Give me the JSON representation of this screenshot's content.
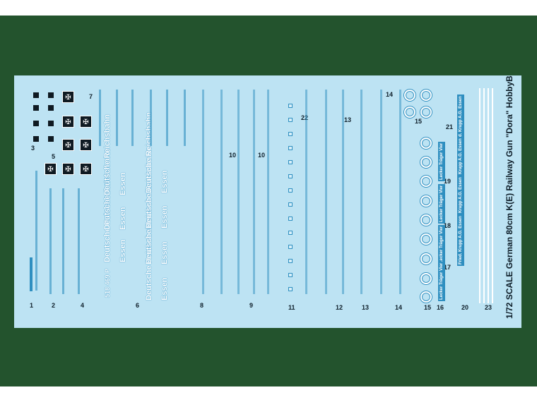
{
  "title": "1/72  SCALE  German 80cm K(E) Railway Gun \"Dora\"  HobbyBoss  No.82911",
  "decal_numbers": [
    "1",
    "2",
    "3",
    "4",
    "5",
    "6",
    "7",
    "8",
    "9",
    "10",
    "10",
    "11",
    "12",
    "13",
    "13",
    "14",
    "14",
    "15",
    "15",
    "16",
    "17",
    "18",
    "19",
    "20",
    "21",
    "22",
    "23"
  ],
  "deutsche_text": "Deutsche Reichsbahn",
  "essen_text": "Essen",
  "stamp_text": "518 469 P",
  "krupp_text": "Fried. Krupp A.G. Essen",
  "label_text": "Lecker Träger Vier",
  "colors": {
    "outer": "#23532d",
    "sheet": "#bde3f3",
    "accent": "#2f8fc0"
  }
}
